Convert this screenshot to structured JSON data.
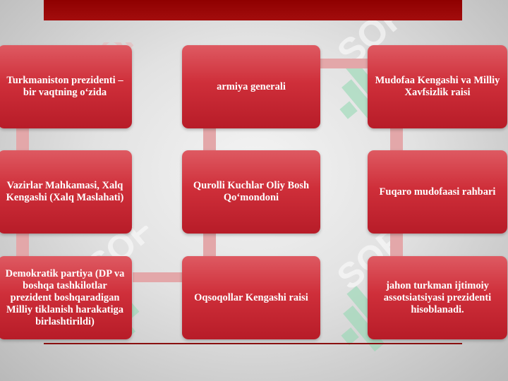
{
  "boxes": {
    "c1r1": "Turkmaniston prezidenti – bir vaqtning o‘zida",
    "c1r2": "Vazirlar Mahkamasi, Xalq Kengashi (Xalq Maslahati)",
    "c1r3": "Demokratik partiya (DP va boshqa tashkilotlar prezident boshqaradigan Milliy tiklanish harakatiga birlashtirildi)",
    "c2r1": "armiya generali",
    "c2r2": "Qurolli Kuchlar Oliy Bosh Qo‘mondoni",
    "c2r3": "Oqsoqollar Kengashi raisi",
    "c3r1": "Mudofaa Kengashi va Milliy Xavfsizlik raisi",
    "c3r2": "Fuqaro mudofaasi rahbari",
    "c3r3": "jahon turkman ijtimoiy assotsiatsiyasi prezidenti hisoblanadi."
  },
  "colors": {
    "box": "#cf2f3a",
    "connector": "#e3a7a9",
    "topbar": "#a30d0d",
    "watermark": "#8fd9b0"
  },
  "watermark_icon": "soft-logo-watermark"
}
